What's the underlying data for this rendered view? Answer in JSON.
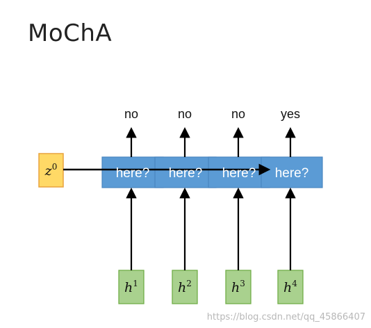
{
  "title": "MoChA",
  "z_label": {
    "base": "z",
    "sup": "0"
  },
  "steps": [
    {
      "box_label": "here?",
      "output": "no",
      "h_base": "h",
      "h_sup": "1"
    },
    {
      "box_label": "here?",
      "output": "no",
      "h_base": "h",
      "h_sup": "2"
    },
    {
      "box_label": "here?",
      "output": "no",
      "h_base": "h",
      "h_sup": "3"
    },
    {
      "box_label": "here?",
      "output": "yes",
      "h_base": "h",
      "h_sup": "4"
    }
  ],
  "colors": {
    "z_fill": "#ffd966",
    "z_stroke": "#e8a33d",
    "box_fill": "#5b9bd5",
    "box_stroke": "#4a86c0",
    "h_fill": "#a9d18e",
    "h_stroke": "#70ad47",
    "arrow": "#000000",
    "text_dark": "#111111",
    "text_light": "#ffffff"
  },
  "watermark": "https://blog.csdn.net/qq_45866407"
}
